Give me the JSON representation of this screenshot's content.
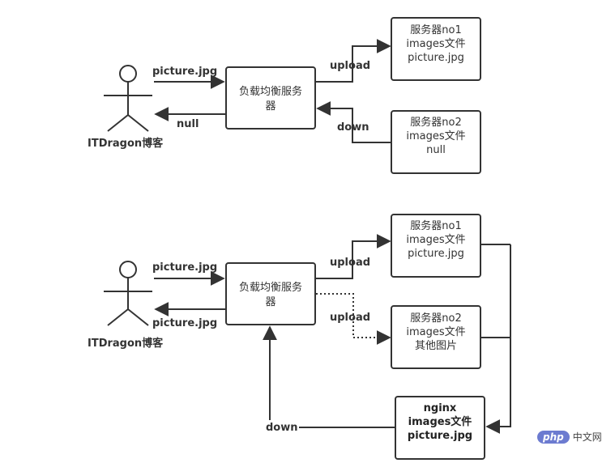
{
  "diagram1": {
    "actor_label": "ITDragon博客",
    "request_label": "picture.jpg",
    "response_label": "null",
    "lb_line1": "负载均衡服务",
    "lb_line2": "器",
    "upload_label": "upload",
    "down_label": "down",
    "server1": [
      "服务器no1",
      "images文件",
      "picture.jpg"
    ],
    "server2": [
      "服务器no2",
      "images文件",
      "null"
    ]
  },
  "diagram2": {
    "actor_label": "ITDragon博客",
    "request_label": "picture.jpg",
    "response_label": "picture.jpg",
    "lb_line1": "负载均衡服务",
    "lb_line2": "器",
    "upload1_label": "upload",
    "upload2_label": "upload",
    "down_label": "down",
    "server1": [
      "服务器no1",
      "images文件",
      "picture.jpg"
    ],
    "server2": [
      "服务器no2",
      "images文件",
      "其他图片"
    ],
    "nginx": [
      "nginx",
      "images文件",
      "picture.jpg"
    ]
  },
  "watermark": {
    "logo": "php",
    "text": "中文网"
  }
}
